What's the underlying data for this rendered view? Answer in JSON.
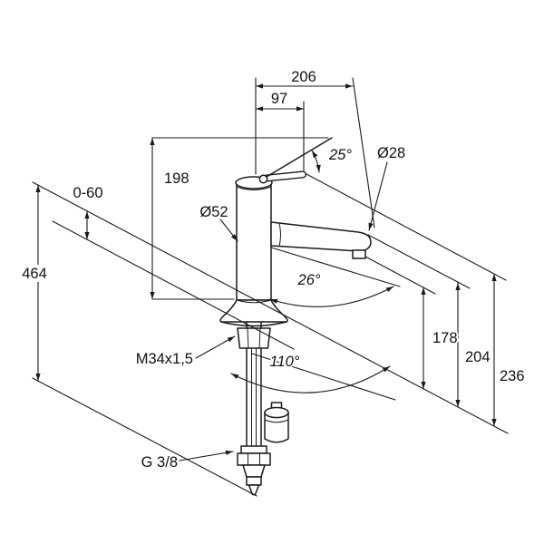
{
  "colors": {
    "line": "#1a1a1a",
    "text": "#111111",
    "background": "#ffffff"
  },
  "labels": {
    "d206": "206",
    "d97": "97",
    "a25": "25°",
    "dia28": "Ø28",
    "d198": "198",
    "d0_60": "0-60",
    "dia52": "Ø52",
    "d464": "464",
    "a26": "26°",
    "d178": "178",
    "d204": "204",
    "d236": "236",
    "m34": "M34x1,5",
    "a110": "110°",
    "g38": "G 3/8"
  }
}
